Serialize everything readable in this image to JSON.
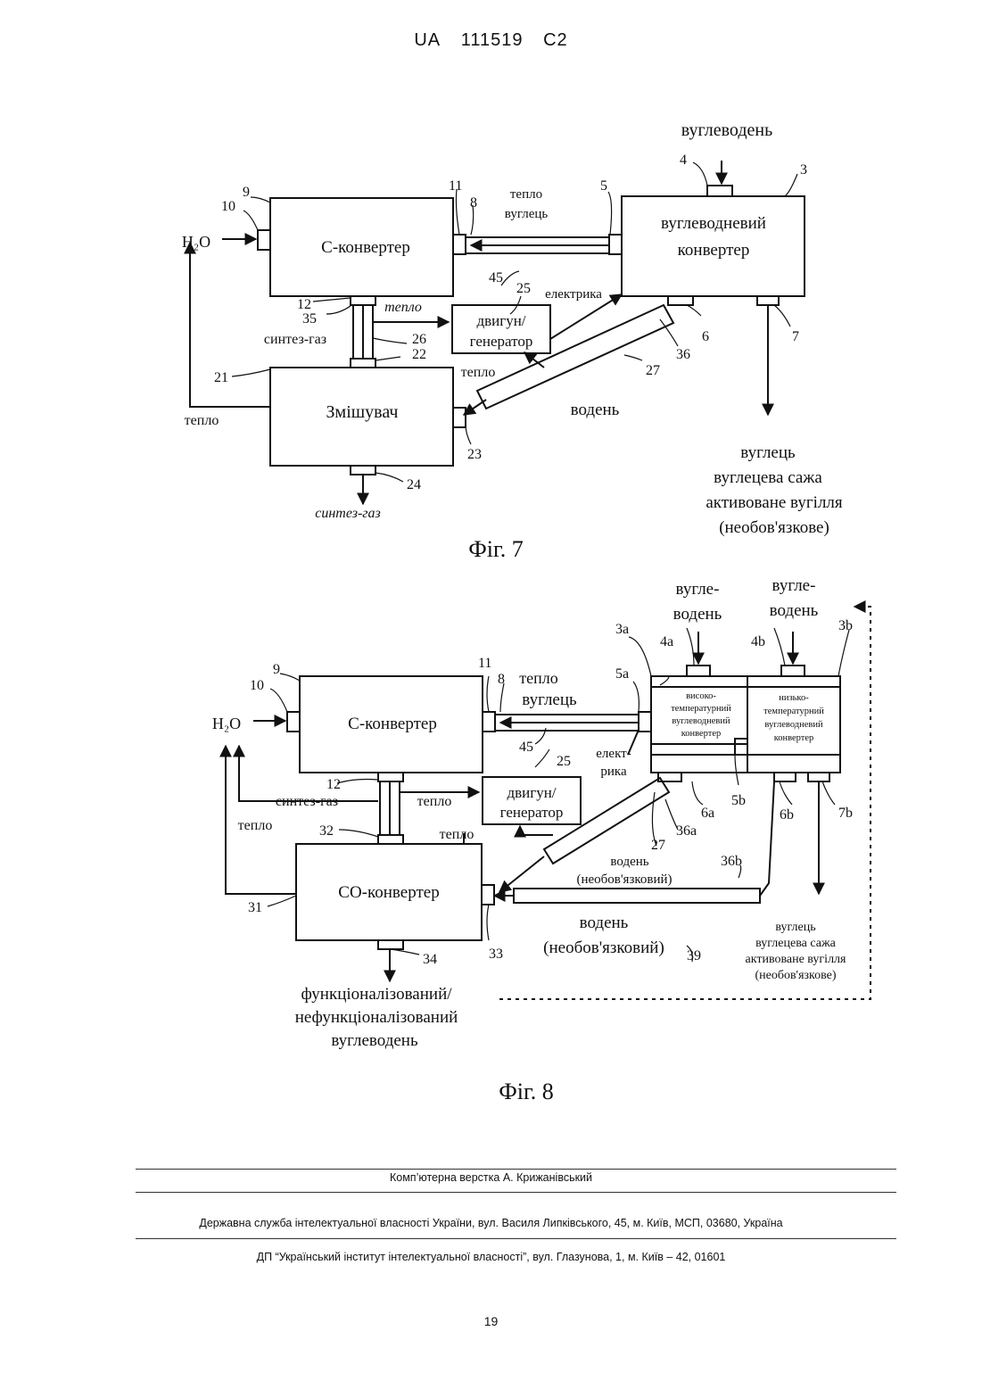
{
  "header": {
    "country": "UA",
    "number": "111519",
    "kind": "C2"
  },
  "fig7": {
    "caption": "Фіг. 7",
    "boxes": {
      "c_converter": "С-конвертер",
      "hc_converter_l1": "вуглеводневий",
      "hc_converter_l2": "конвертер",
      "mixer": "Змішувач",
      "engine_l1": "двигун/",
      "engine_l2": "генератор"
    },
    "labels": {
      "hydrocarbon": "вуглеводень",
      "h2o": "H₂O",
      "heat_carbon_l1": "тепло",
      "heat_carbon_l2": "вуглець",
      "electricity": "електрика",
      "heat_1": "тепло",
      "syngas_1": "синтез-газ",
      "heat_2": "тепло",
      "hydrogen": "водень",
      "heat_3": "тепло",
      "syngas_out": "синтез-газ",
      "products_l1": "вуглець",
      "products_l2": "вуглецева сажа",
      "products_l3": "активоване вугілля",
      "products_l4": "(необов'язкове)"
    },
    "numbers": {
      "n3": "3",
      "n4": "4",
      "n5": "5",
      "n6": "6",
      "n7": "7",
      "n8": "8",
      "n9": "9",
      "n10": "10",
      "n11": "11",
      "n12": "12",
      "n21": "21",
      "n22": "22",
      "n23": "23",
      "n24": "24",
      "n25": "25",
      "n26": "26",
      "n27": "27",
      "n35": "35",
      "n36": "36",
      "n45": "45"
    }
  },
  "fig8": {
    "caption": "Фіг. 8",
    "boxes": {
      "c_converter": "С-конвертер",
      "co_converter": "СО-конвертер",
      "engine_l1": "двигун/",
      "engine_l2": "генератор",
      "hi_l1": "високо-",
      "hi_l2": "температурний",
      "hi_l3": "вуглеводневий",
      "hi_l4": "конвертер",
      "lo_l1": "низько-",
      "lo_l2": "температурний",
      "lo_l3": "вуглеводневий",
      "lo_l4": "конвертер"
    },
    "labels": {
      "hc_a_l1": "вугле-",
      "hc_a_l2": "водень",
      "hc_b_l1": "вугле-",
      "hc_b_l2": "водень",
      "h2o": "H₂O",
      "heat_top": "тепло",
      "carbon": "вуглець",
      "elec_l1": "елект-",
      "elec_l2": "рика",
      "syngas": "синтез-газ",
      "heat_1": "тепло",
      "heat_left": "тепло",
      "heat_2": "тепло",
      "h2_a_l1": "водень",
      "h2_a_l2": "(необов'язковий)",
      "h2_b_l1": "водень",
      "h2_b_l2": "(необов'язковий)",
      "out_l1": "функціоналізований/",
      "out_l2": "нефункціоналізований",
      "out_l3": "вуглеводень",
      "products_l1": "вуглець",
      "products_l2": "вуглецева сажа",
      "products_l3": "активоване вугілля",
      "products_l4": "(необов'язкове)"
    },
    "numbers": {
      "n3a": "3a",
      "n3b": "3b",
      "n4a": "4a",
      "n4b": "4b",
      "n5a": "5a",
      "n5b": "5b",
      "n6a": "6a",
      "n6b": "6b",
      "n7b": "7b",
      "n8": "8",
      "n9": "9",
      "n10": "10",
      "n11": "11",
      "n12": "12",
      "n25": "25",
      "n27": "27",
      "n31": "31",
      "n32": "32",
      "n33": "33",
      "n34": "34",
      "n36a": "36a",
      "n36b": "36b",
      "n39": "39",
      "n45": "45"
    }
  },
  "footer": {
    "layout_credit": "Комп’ютерна верстка А. Крижанівський",
    "service": "Державна служба інтелектуальної власності України, вул. Василя Липківського, 45, м. Київ, МСП, 03680, Україна",
    "institute": "ДП “Український інститут інтелектуальної власності”, вул. Глазунова, 1, м. Київ – 42, 01601",
    "page_number": "19"
  }
}
